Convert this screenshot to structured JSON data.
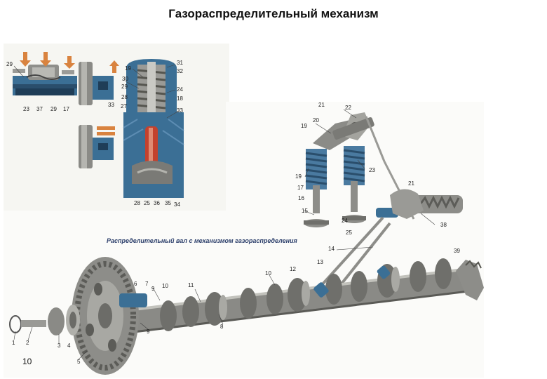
{
  "title": "Газораспределительный механизм",
  "caption": "Распределительный вал с механизмом газораспределения",
  "page_number": "10",
  "colors": {
    "metal_blue": "#3b6f95",
    "metal_dark": "#2a4e6c",
    "metal_grey": "#7d7d7a",
    "accent_red": "#c4412d",
    "arrow_orange": "#d9833f"
  },
  "labels": [
    {
      "id": "l29a",
      "text": "29"
    },
    {
      "id": "l23",
      "text": "23"
    },
    {
      "id": "l37",
      "text": "37"
    },
    {
      "id": "l29b",
      "text": "29"
    },
    {
      "id": "l17a",
      "text": "17"
    },
    {
      "id": "l33a",
      "text": "33"
    },
    {
      "id": "l19a",
      "text": "19"
    },
    {
      "id": "l31",
      "text": "31"
    },
    {
      "id": "l32",
      "text": "32"
    },
    {
      "id": "l30",
      "text": "30"
    },
    {
      "id": "l29c",
      "text": "29"
    },
    {
      "id": "l24a",
      "text": "24"
    },
    {
      "id": "l28a",
      "text": "28"
    },
    {
      "id": "l18",
      "text": "18"
    },
    {
      "id": "l27",
      "text": "27"
    },
    {
      "id": "l33b",
      "text": "33"
    },
    {
      "id": "l28b",
      "text": "28"
    },
    {
      "id": "l25a",
      "text": "25"
    },
    {
      "id": "l36",
      "text": "36"
    },
    {
      "id": "l35",
      "text": "35"
    },
    {
      "id": "l34",
      "text": "34"
    },
    {
      "id": "l21a",
      "text": "21"
    },
    {
      "id": "l22",
      "text": "22"
    },
    {
      "id": "l20",
      "text": "20"
    },
    {
      "id": "l19b",
      "text": "19"
    },
    {
      "id": "l23b",
      "text": "23"
    },
    {
      "id": "l19c",
      "text": "19"
    },
    {
      "id": "l21b",
      "text": "21"
    },
    {
      "id": "l17b",
      "text": "17"
    },
    {
      "id": "l16",
      "text": "16"
    },
    {
      "id": "l15",
      "text": "15"
    },
    {
      "id": "l24b",
      "text": "24"
    },
    {
      "id": "l25b",
      "text": "25"
    },
    {
      "id": "l38",
      "text": "38"
    },
    {
      "id": "l14",
      "text": "14"
    },
    {
      "id": "l39",
      "text": "39"
    },
    {
      "id": "l13",
      "text": "13"
    },
    {
      "id": "l12",
      "text": "12"
    },
    {
      "id": "l10",
      "text": "10"
    },
    {
      "id": "l6",
      "text": "6"
    },
    {
      "id": "l7",
      "text": "7"
    },
    {
      "id": "l9a",
      "text": "9"
    },
    {
      "id": "l10b",
      "text": "10"
    },
    {
      "id": "l11",
      "text": "11"
    },
    {
      "id": "l8",
      "text": "8"
    },
    {
      "id": "l9b",
      "text": "9"
    },
    {
      "id": "l1",
      "text": "1"
    },
    {
      "id": "l2",
      "text": "2"
    },
    {
      "id": "l3",
      "text": "3"
    },
    {
      "id": "l4",
      "text": "4"
    },
    {
      "id": "l5",
      "text": "5"
    }
  ]
}
